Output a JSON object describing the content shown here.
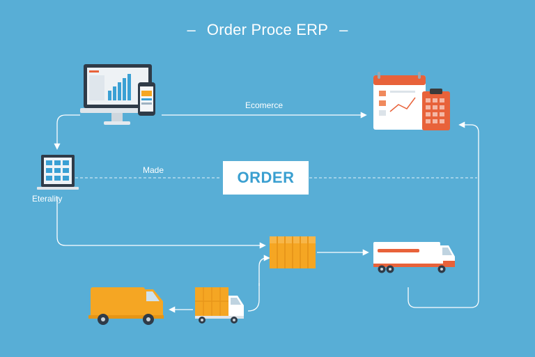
{
  "title": "Order Proce ERP",
  "title_dash": "–",
  "labels": {
    "ecommerce": "Ecomerce",
    "made": "Made",
    "eterality": "Eterality"
  },
  "order_box": "ORDER",
  "colors": {
    "background": "#58aed6",
    "line": "#ffffff",
    "accent_orange": "#f5a623",
    "accent_red": "#e8623a",
    "order_text": "#3a9fd0"
  },
  "icons": [
    "desktop-phone-icon",
    "calendar-clipboard-icon",
    "laptop-icon",
    "package-box-icon",
    "delivery-truck-icon",
    "cargo-van-icon",
    "small-truck-icon"
  ]
}
